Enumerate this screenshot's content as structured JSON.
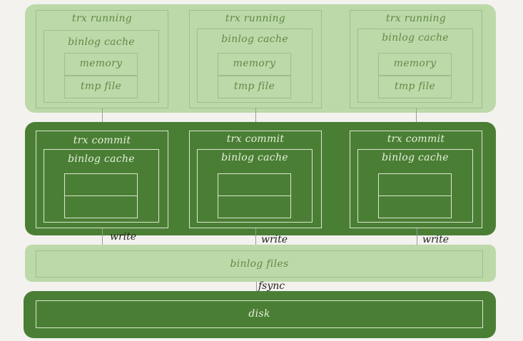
{
  "columns": [
    {
      "running_label": "trx running",
      "cache_label": "binlog cache",
      "memory_label": "memory",
      "tmp_label": "tmp file",
      "commit_label": "trx commit",
      "commit_cache_label": "binlog cache",
      "write_label": "write"
    },
    {
      "running_label": "trx running",
      "cache_label": "binlog cache",
      "memory_label": "memory",
      "tmp_label": "tmp file",
      "commit_label": "trx commit",
      "commit_cache_label": "binlog cache",
      "write_label": "write"
    },
    {
      "running_label": "trx running",
      "cache_label": "binlog cache",
      "memory_label": "memory",
      "tmp_label": "tmp file",
      "commit_label": "trx commit",
      "commit_cache_label": "binlog cache",
      "write_label": "write"
    }
  ],
  "binlog_files_label": "binlog files",
  "fsync_label": "fsync",
  "disk_label": "disk",
  "colors": {
    "light_band": "#bcd9a9",
    "dark_band": "#4b7e35",
    "background": "#f3f2ee"
  }
}
